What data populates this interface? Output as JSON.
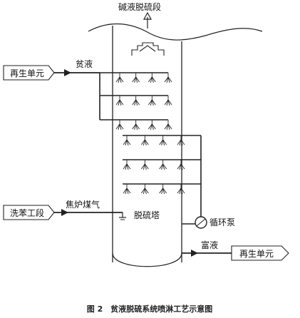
{
  "labels": {
    "top_outlet": "碱液脱硫段",
    "lean_liquid": "贫液",
    "regen_in": "再生单元",
    "benzene_wash": "洗苯工段",
    "coke_gas": "焦炉煤气",
    "tower": "脱硫塔",
    "pump": "循环泵",
    "rich_liquid": "富液",
    "regen_out": "再生单元"
  },
  "caption": "图 2　贫液脱硫系统喷淋工艺示意图"
}
